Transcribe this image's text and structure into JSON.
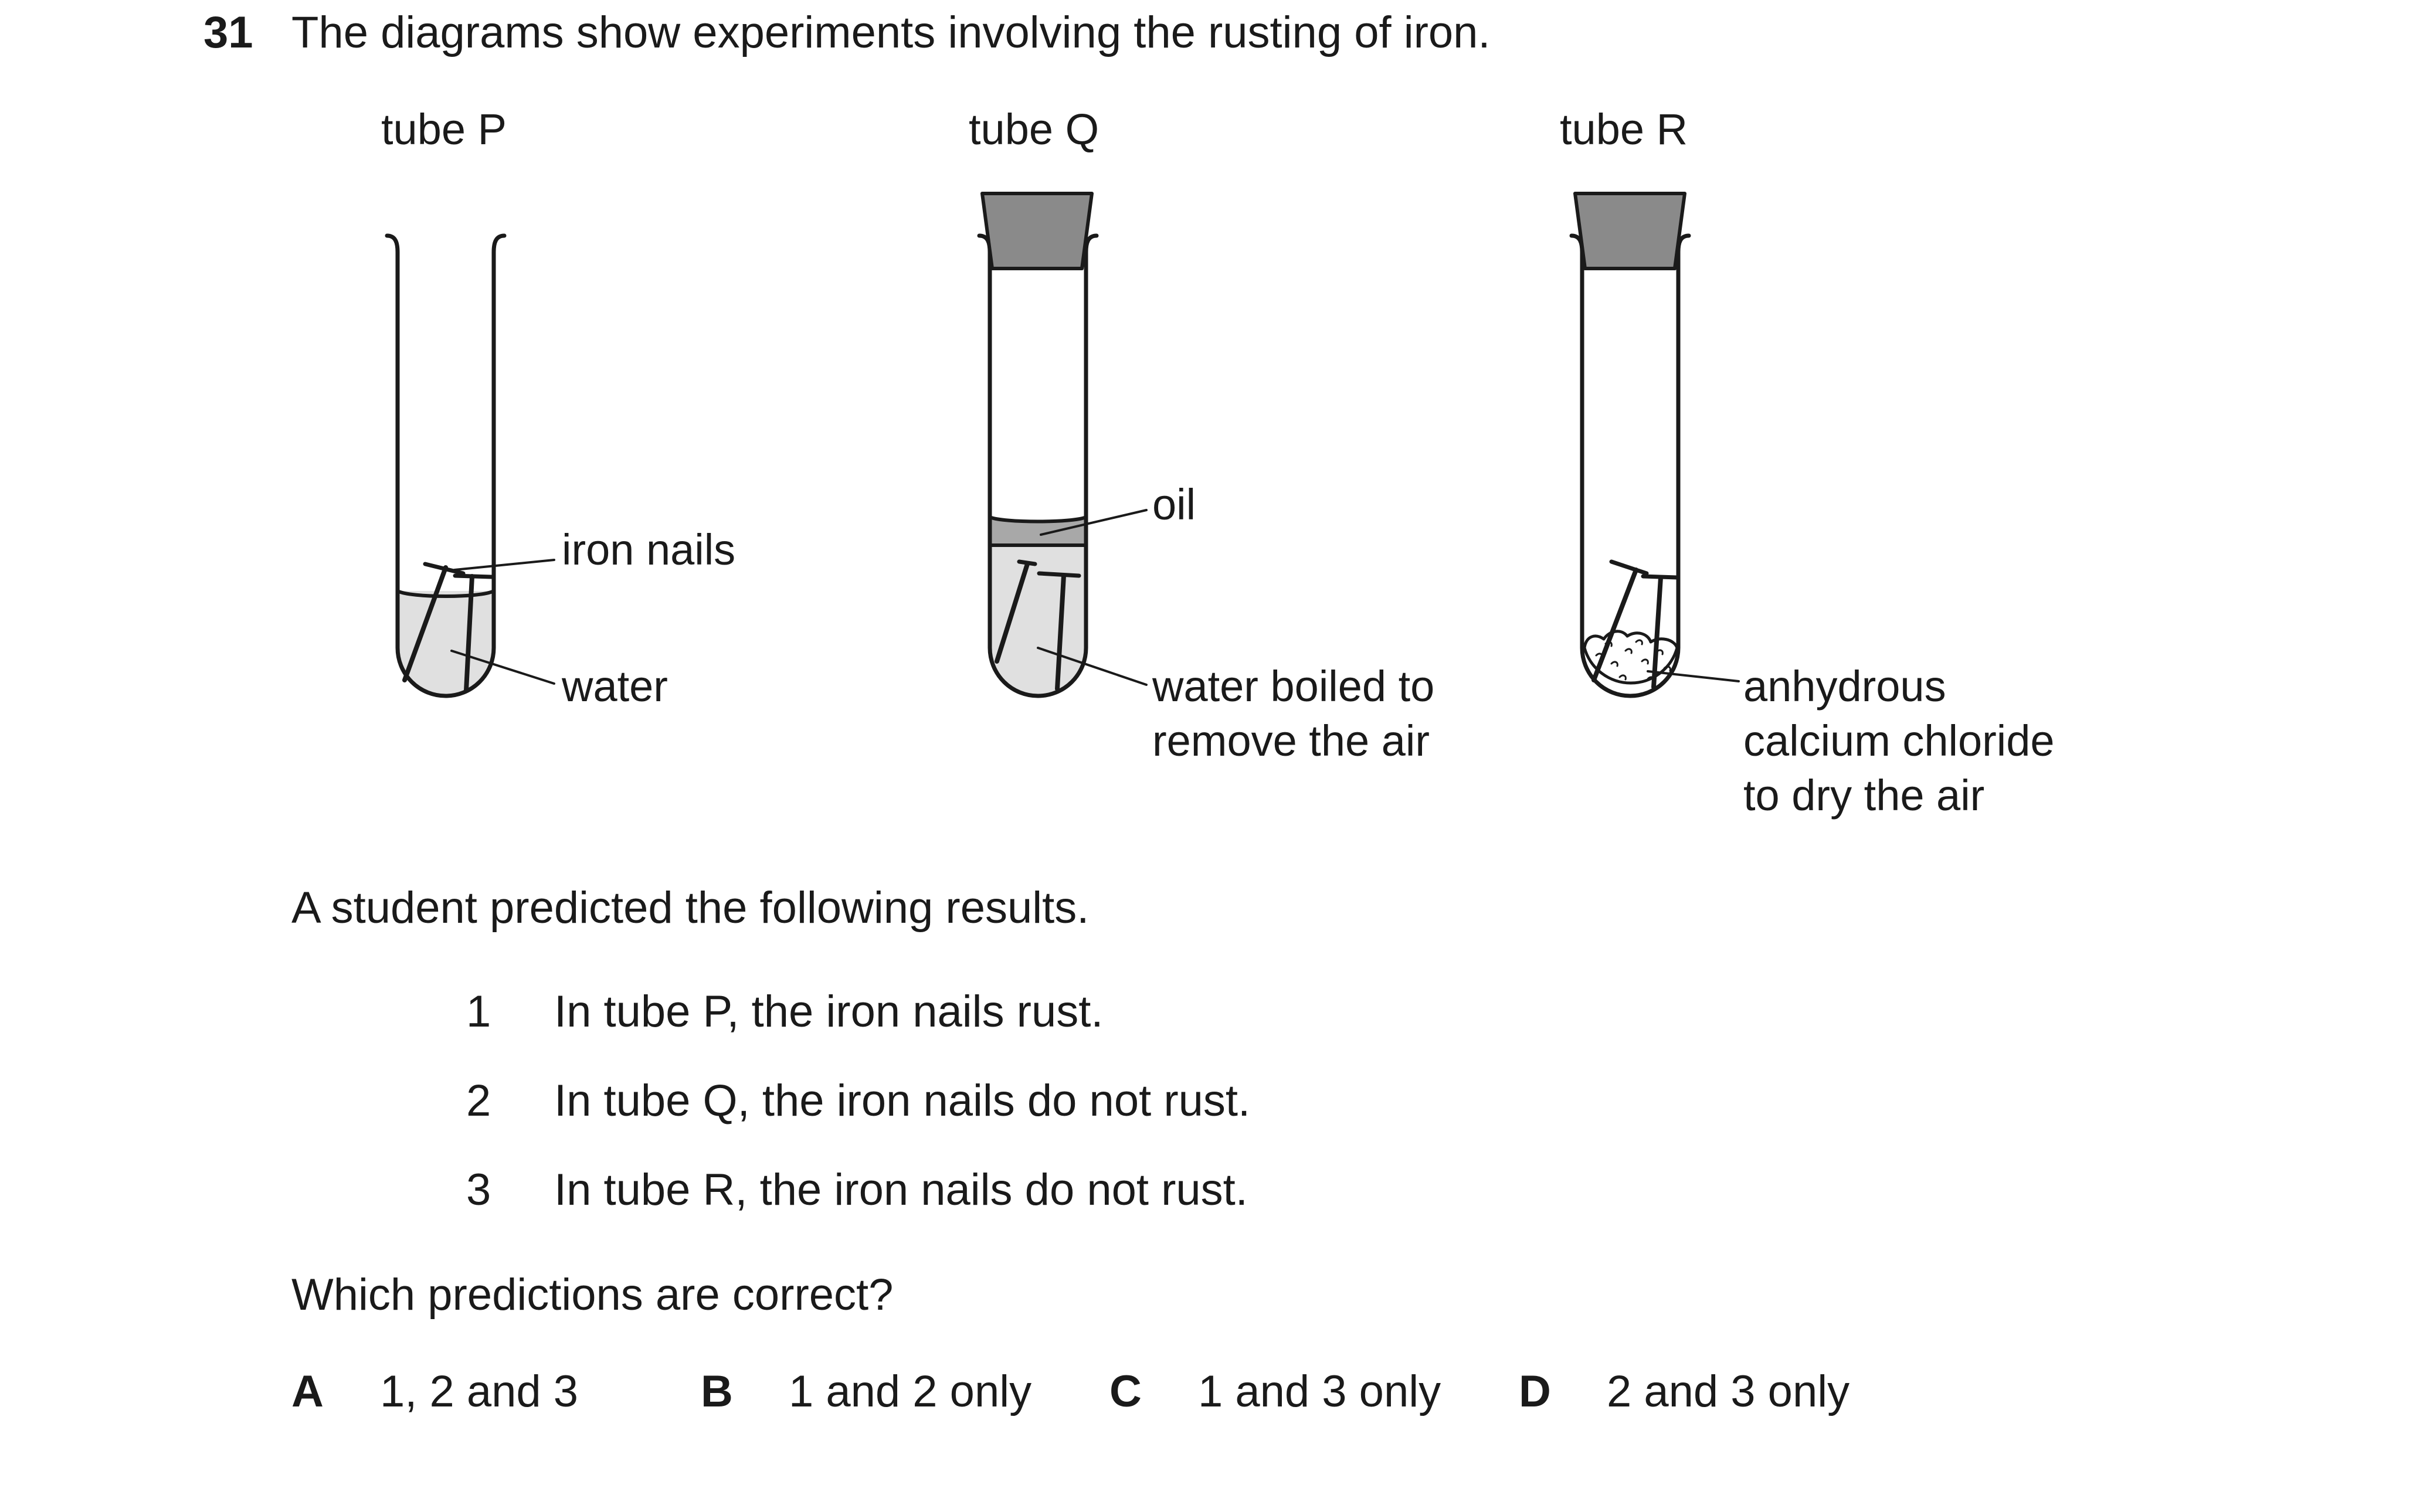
{
  "question": {
    "number": "31",
    "stem": "The diagrams show experiments involving the rusting of iron."
  },
  "diagram": {
    "tubes": [
      {
        "label": "tube P"
      },
      {
        "label": "tube Q"
      },
      {
        "label": "tube R"
      }
    ],
    "annotations": {
      "iron_nails": "iron nails",
      "water": "water",
      "oil": "oil",
      "boiled_water_line1": "water boiled to",
      "boiled_water_line2": "remove the air",
      "calcium_line1": "anhydrous",
      "calcium_line2": "calcium chloride",
      "calcium_line3": "to dry the air"
    }
  },
  "intro": "A student predicted the following results.",
  "predictions": [
    {
      "number": "1",
      "text": "In tube P, the iron nails rust."
    },
    {
      "number": "2",
      "text": "In tube Q, the iron nails do not rust."
    },
    {
      "number": "3",
      "text": "In tube R, the iron nails do not rust."
    }
  ],
  "prompt": "Which predictions are correct?",
  "options": [
    {
      "letter": "A",
      "text": "1, 2 and 3"
    },
    {
      "letter": "B",
      "text": "1 and 2 only"
    },
    {
      "letter": "C",
      "text": "1 and 3 only"
    },
    {
      "letter": "D",
      "text": "2 and 3 only"
    }
  ],
  "colors": {
    "stopper": "#8a8a8a",
    "water": "#e0e0e0",
    "oil": "#a8a8a8",
    "line": "#1a1a1a"
  }
}
